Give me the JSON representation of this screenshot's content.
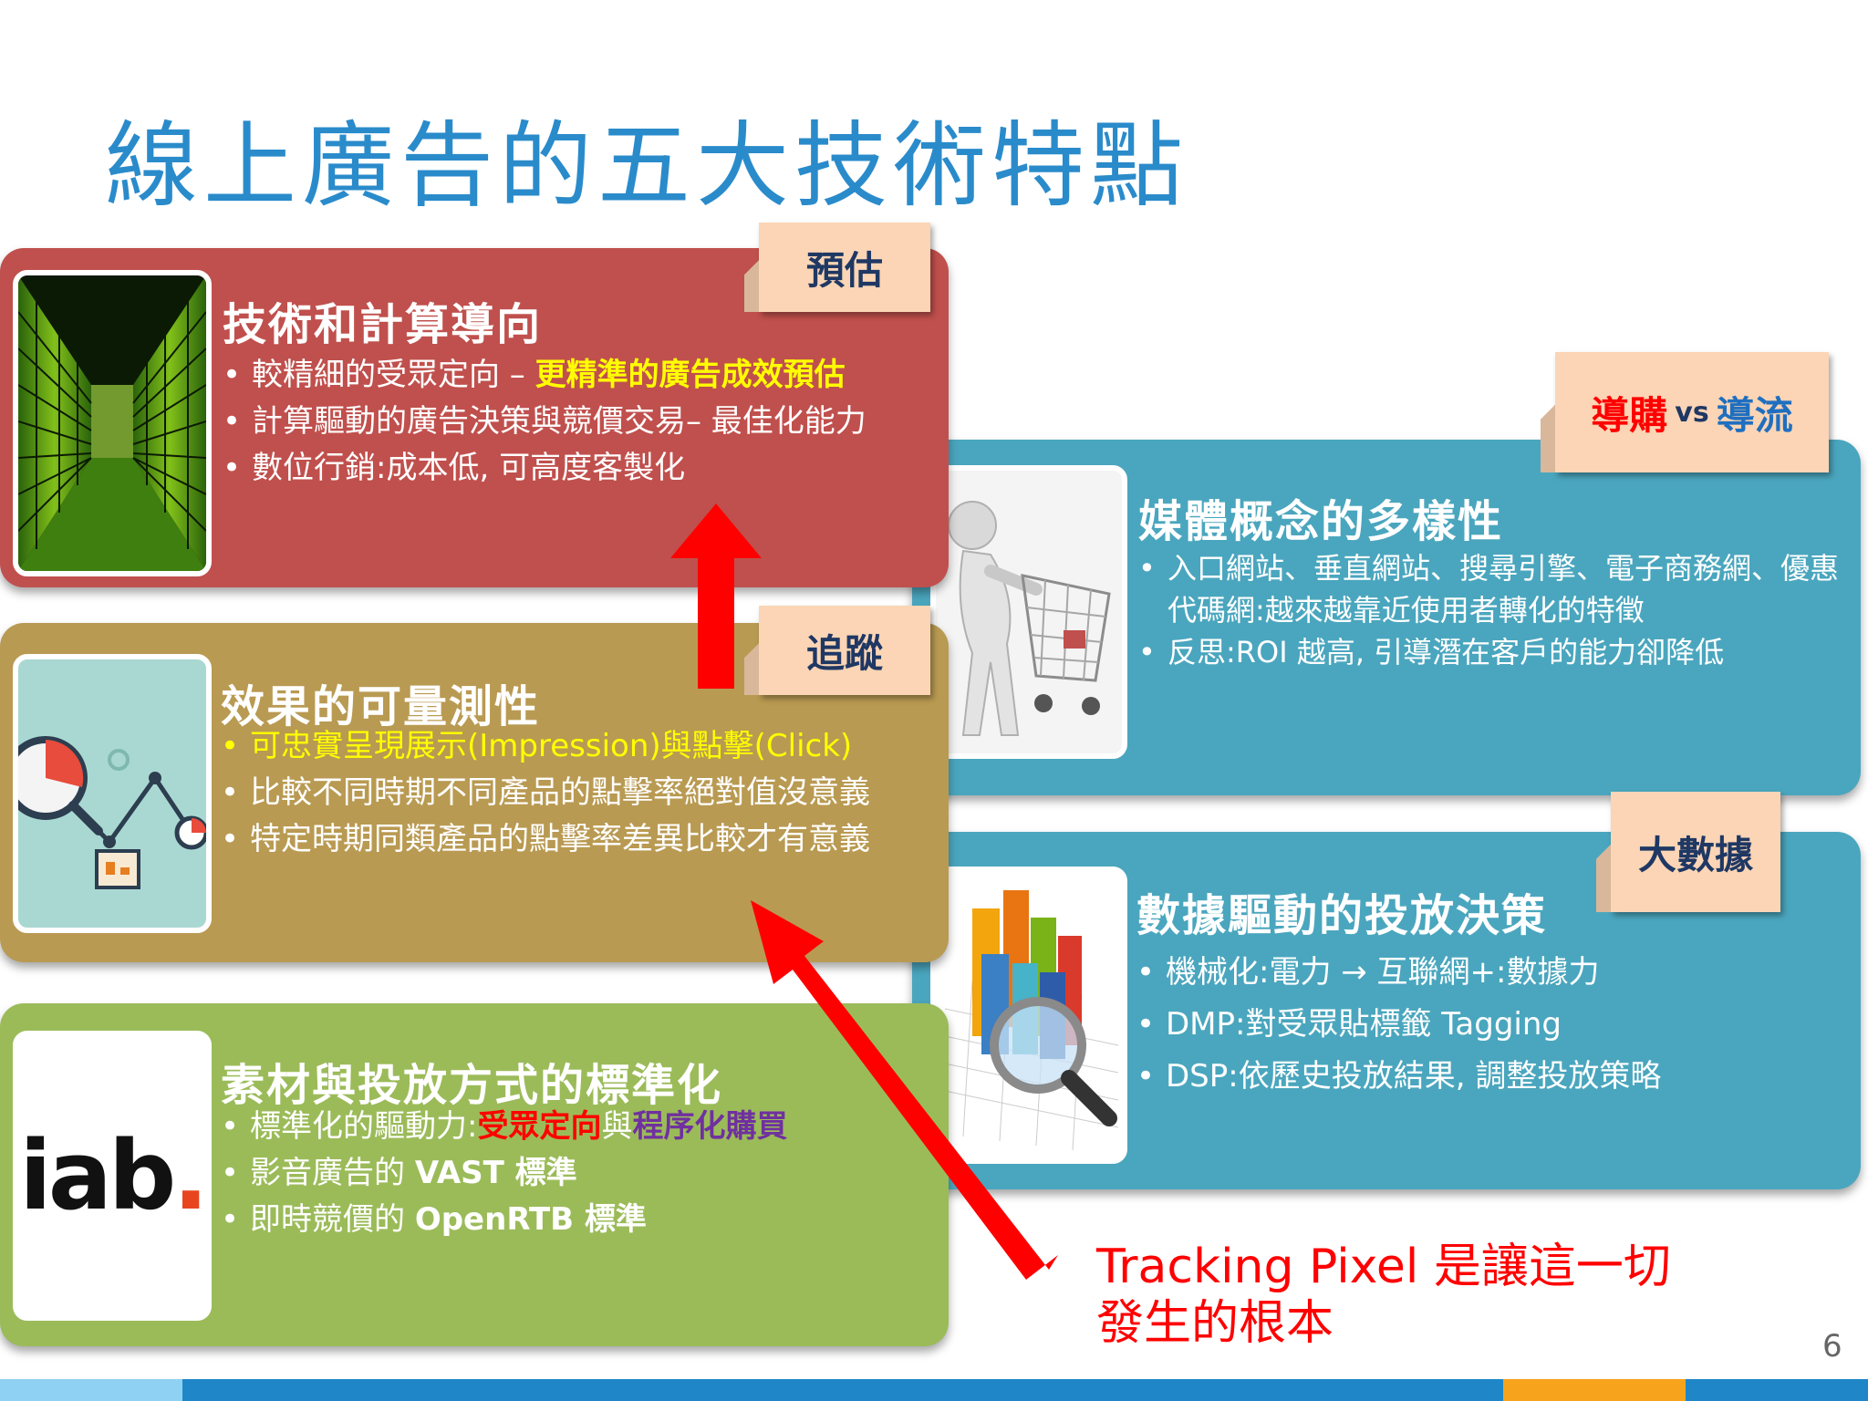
{
  "title": "線上廣告的五大技術特點",
  "panels": {
    "tech": {
      "tag": "預估",
      "title": "技術和計算導向",
      "b1_text": "較精細的受眾定向 – ",
      "b1_highlight": "更精準的廣告成效預估",
      "b2": "計算驅動的廣告決策與競價交易– 最佳化能力",
      "b3": "數位行銷:成本低, 可高度客製化",
      "image_icon": "server-corridor-image"
    },
    "measure": {
      "tag": "追蹤",
      "title": "效果的可量測性",
      "b1": "可忠實呈現展示(Impression)與點擊(Click)",
      "b2": "比較不同時期不同產品的點擊率絕對值沒意義",
      "b3": "特定時期同類產品的點擊率差異比較才有意義",
      "image_icon": "analytics-chart-icon"
    },
    "standard": {
      "title": "素材與投放方式的標準化",
      "b1_text": "標準化的驅動力:",
      "b1_red": "受眾定向",
      "b1_mid": "與",
      "b1_purple": "程序化購買",
      "b2_text": "影音廣告的 ",
      "b2_bold": "VAST 標準",
      "b3_text": "即時競價的 ",
      "b3_bold": "OpenRTB 標準",
      "logo_text": "iab."
    },
    "media": {
      "tag_red": "導購",
      "tag_vs": "vs",
      "tag_blue": "導流",
      "title": "媒體概念的多樣性",
      "b1": "入口網站、垂直網站、搜尋引擎、電子商務網、優惠代碼網:越來越靠近使用者轉化的特徵",
      "b2": "反思:ROI 越高, 引導潛在客戶的能力卻降低",
      "image_icon": "shopping-cart-figure-image"
    },
    "data": {
      "tag": "大數據",
      "title": "數據驅動的投放決策",
      "b1": "機械化:電力 → 互聯網+:數據力",
      "b2": "DMP:對受眾貼標籤 Tagging",
      "b3": "DSP:依歷史投放結果, 調整投放策略",
      "image_icon": "bar-chart-magnifier-image"
    }
  },
  "callout": {
    "line1": "Tracking Pixel 是讓這一切",
    "line2": "發生的根本"
  },
  "page_number": "6",
  "colors": {
    "title": "#2a8bcb",
    "red_panel": "#c0504d",
    "gold_panel": "#b99a52",
    "green_panel": "#9bbb59",
    "teal_panel": "#4aa6be",
    "tag": "#fbd5b5",
    "arrow": "#ff0000"
  }
}
